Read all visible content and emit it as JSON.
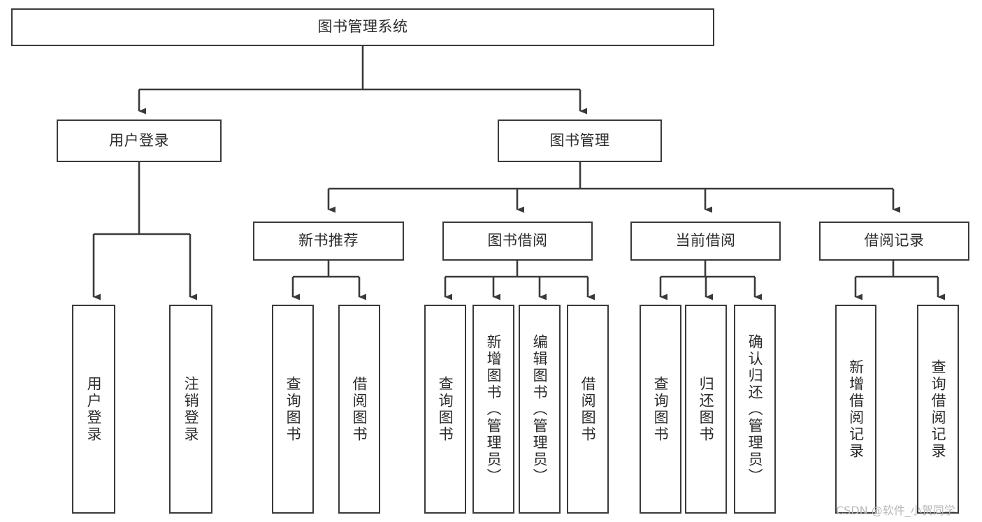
{
  "diagram": {
    "title": "图书管理系统",
    "type": "功能结构图",
    "stroke_color": "#3a3a3a",
    "text_color": "#2b2b2b",
    "background_color": "#ffffff",
    "levels": {
      "root": {
        "label": "图书管理系统"
      },
      "level2": [
        {
          "label": "用户登录"
        },
        {
          "label": "图书管理"
        }
      ],
      "level3": [
        {
          "label": "新书推荐"
        },
        {
          "label": "图书借阅"
        },
        {
          "label": "当前借阅"
        },
        {
          "label": "借阅记录"
        }
      ]
    },
    "nodes": {
      "root": "图书管理系统",
      "user_login": "用户登录",
      "book_management": "图书管理",
      "new_book_recommend": "新书推荐",
      "book_borrow": "图书借阅",
      "current_borrow": "当前借阅",
      "borrow_record": "借阅记录",
      "leaf_user_login": "用户登录",
      "leaf_logout": "注销登录",
      "leaf_query_book_1": "查询图书",
      "leaf_borrow_book_1": "借阅图书",
      "leaf_query_book_2": "查询图书",
      "leaf_add_book_admin": "新增图书（管理员）",
      "leaf_edit_book_admin": "编辑图书（管理员）",
      "leaf_borrow_book_2": "借阅图书",
      "leaf_query_book_3": "查询图书",
      "leaf_return_book": "归还图书",
      "leaf_confirm_return_admin": "确认归还（管理员）",
      "leaf_add_borrow_record": "新增借阅记录",
      "leaf_query_borrow_record": "查询借阅记录"
    },
    "watermark": "CSDN @软件_小贺同学"
  }
}
